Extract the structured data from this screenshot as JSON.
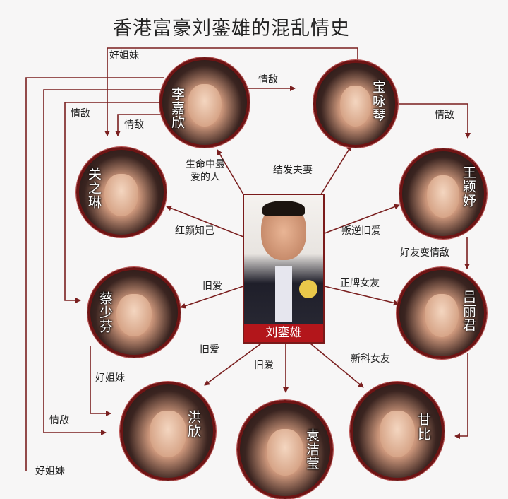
{
  "title": "香港富豪刘銮雄的混乱情史",
  "center": {
    "name": "刘銮雄"
  },
  "people": {
    "li": "李嘉欣",
    "bao": "宝咏琴",
    "guan": "关之琳",
    "wang": "王颖妤",
    "cai": "蔡少芬",
    "lv": "吕丽君",
    "hong": "洪欣",
    "yuan": "袁洁莹",
    "gan": "甘比"
  },
  "relations": {
    "li": "生命中最爱的人",
    "bao": "结发夫妻",
    "guan": "红颜知己",
    "wang": "叛逆旧爱",
    "cai": "旧爱",
    "lv": "正牌女友",
    "hong": "旧爱",
    "yuan": "旧爱",
    "gan": "新科女友",
    "li_bao": "情敌",
    "bao_guan": "好姐妹",
    "li_cai": "情敌",
    "li_guan": "情敌",
    "bao_wang": "情敌",
    "wang_lv": "好友变情敌",
    "cai_hong": "好姐妹",
    "li_hong": "情敌",
    "bottom_left": "好姐妹"
  },
  "colors": {
    "line": "#7a1f1f",
    "border": "#6e1414",
    "namebar": "#b3161b"
  }
}
